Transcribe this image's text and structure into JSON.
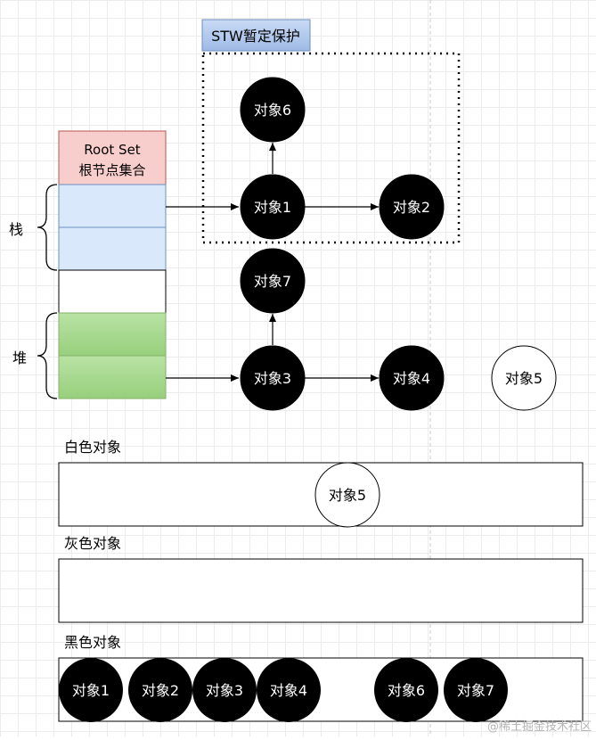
{
  "stw_label": "STW暂定保护",
  "root_set": {
    "line1": "Root Set",
    "line2": "根节点集合"
  },
  "stack_label": "栈",
  "heap_label": "堆",
  "nodes": {
    "obj1": "对象1",
    "obj2": "对象2",
    "obj3": "对象3",
    "obj4": "对象4",
    "obj5": "对象5",
    "obj6": "对象6",
    "obj7": "对象7"
  },
  "sections": {
    "white": {
      "title": "白色对象",
      "items": [
        "对象5"
      ]
    },
    "gray": {
      "title": "灰色对象",
      "items": []
    },
    "black": {
      "title": "黑色对象",
      "items": [
        "对象1",
        "对象2",
        "对象3",
        "对象4",
        "对象6",
        "对象7"
      ]
    }
  },
  "watermark": "@稀土掘金技术社区",
  "colors": {
    "stack_fill": "#dae8fc",
    "stack_stroke": "#6c8ebf",
    "heap_fill": "#a6d98e",
    "heap_stroke": "#82b366",
    "root_fill": "#f8cecc",
    "root_stroke": "#b85450",
    "stw_fill": "#b3cbee",
    "stw_stroke": "#6c8ebf",
    "black_node": "#000000"
  }
}
